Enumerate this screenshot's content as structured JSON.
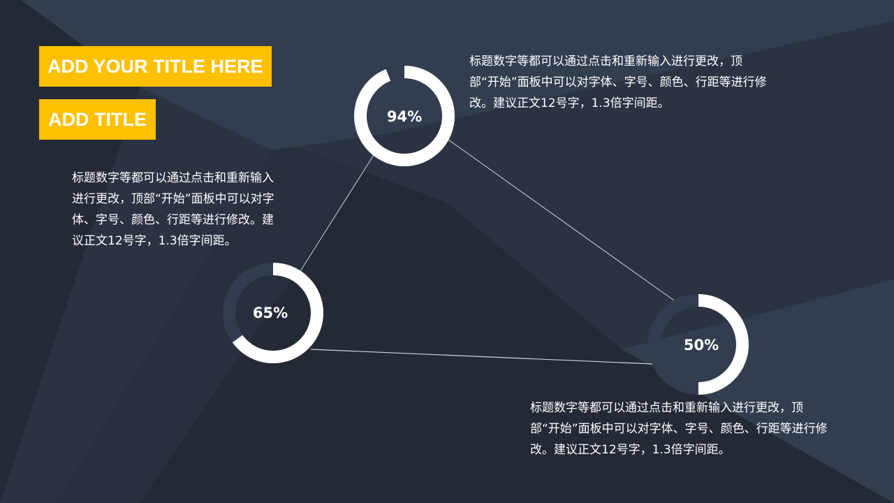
{
  "titles": {
    "main": "ADD YOUR TITLE HERE",
    "sub": "ADD TITLE"
  },
  "paragraphs": {
    "top_right": "标题数字等都可以通过点击和重新输入进行更改，顶部“开始”面板中可以对字体、字号、颜色、行距等进行修改。建议正文12号字，1.3倍字间距。",
    "left": "标题数字等都可以通过点击和重新输入进行更改，顶部“开始”面板中可以对字体、字号、颜色、行距等进行修改。建议正文12号字，1.3倍字间距。",
    "bottom_right": "标题数字等都可以通过点击和重新输入进行更改，顶部“开始”面板中可以对字体、字号、颜色、行距等进行修改。建议正文12号字，1.3倍字间距。"
  },
  "donuts": [
    {
      "label": "94%",
      "value": 94
    },
    {
      "label": "65%",
      "value": 65
    },
    {
      "label": "50%",
      "value": 50
    }
  ],
  "colors": {
    "accent": "#ffc000",
    "ring": "#ffffff",
    "track": "#323c4f"
  }
}
